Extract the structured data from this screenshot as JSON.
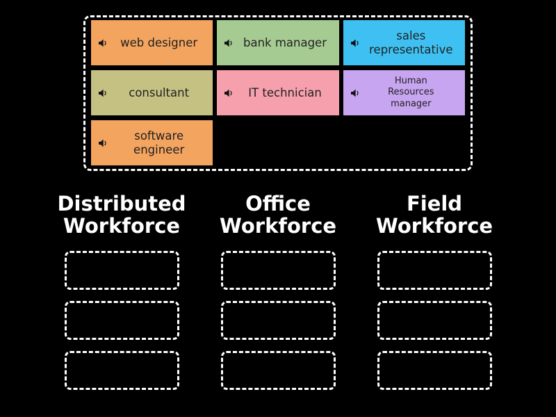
{
  "page": {
    "background_color": "#000000",
    "border_color": "#ffffff",
    "card_text_color": "#212121",
    "title_text_color": "#ffffff"
  },
  "source_tray": {
    "cards": [
      {
        "label": "web designer",
        "color": "#f3a45f",
        "icon": "speaker-icon",
        "small_text": false
      },
      {
        "label": "bank manager",
        "color": "#a6cb92",
        "icon": "speaker-icon",
        "small_text": false
      },
      {
        "label": "sales representative",
        "color": "#3ec1f2",
        "icon": "speaker-icon",
        "small_text": false
      },
      {
        "label": "consultant",
        "color": "#c5c183",
        "icon": "speaker-icon",
        "small_text": false
      },
      {
        "label": "IT technician",
        "color": "#f7a0ad",
        "icon": "speaker-icon",
        "small_text": false
      },
      {
        "label": "Human Resources manager",
        "color": "#c8a5f1",
        "icon": "speaker-icon",
        "small_text": true
      },
      {
        "label": "software engineer",
        "color": "#f3a45f",
        "icon": "speaker-icon",
        "small_text": false
      }
    ]
  },
  "groups": [
    {
      "title": "Distributed Workforce",
      "empty_slots": 3
    },
    {
      "title": "Office Workforce",
      "empty_slots": 3
    },
    {
      "title": "Field Workforce",
      "empty_slots": 3
    }
  ]
}
